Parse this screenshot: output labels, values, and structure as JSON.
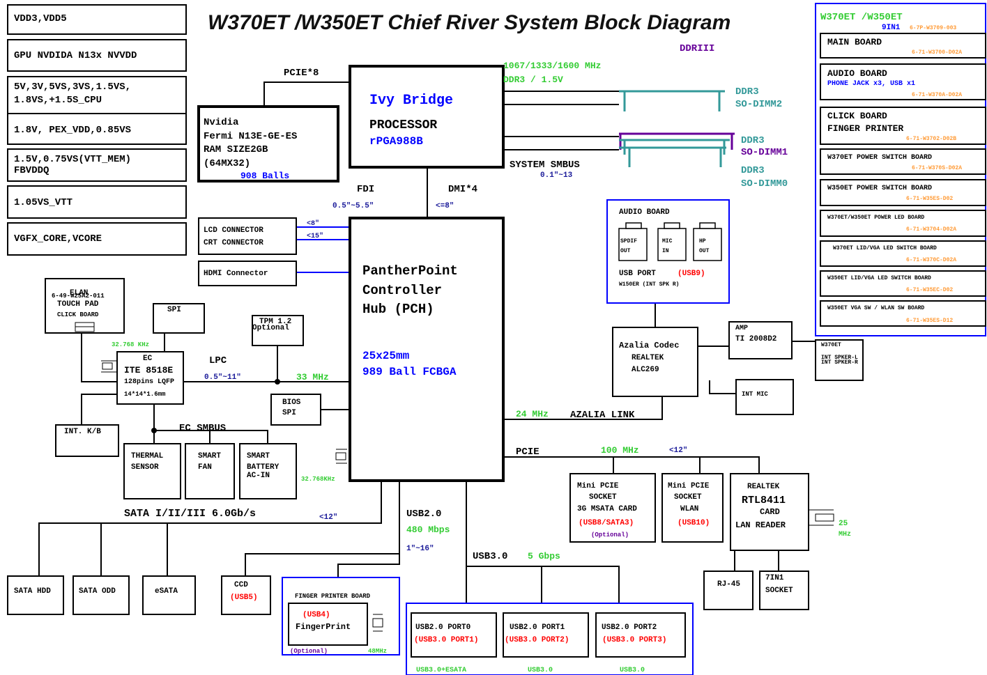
{
  "title": "W370ET /W350ET Chief River System Block Diagram",
  "power_rails": [
    "VDD3,VDD5",
    "GPU NVDIDA N13x NVVDD",
    "5V,3V,5VS,3VS,1.5VS,",
    "1.8VS,+1.5S_CPU",
    "1.8V, PEX_VDD,0.85VS",
    "1.5V,0.75VS(VTT_MEM)",
    "FBVDDQ",
    "1.05VS_VTT",
    "VGFX_CORE,VCORE"
  ],
  "cpu": {
    "name": "Ivy Bridge",
    "type": "PROCESSOR",
    "socket": "rPGA988B"
  },
  "gpu": {
    "line1": "Nvidia",
    "line2": "Fermi N13E-GE-ES",
    "line3": "RAM SIZE2GB",
    "line4": "(64MX32)",
    "balls": "908 Balls"
  },
  "pch": {
    "line1": "PantherPoint",
    "line2": "Controller",
    "line3": "Hub (PCH)",
    "size": "25x25mm",
    "package": "989 Ball FCBGA"
  },
  "memory": {
    "freq": "1067/1333/1600 MHz",
    "voltage": "DDR3 / 1.5V",
    "type": "DDRIII",
    "dimm2": [
      "DDR3",
      "SO-DIMM2"
    ],
    "dimm1": [
      "DDR3",
      "SO-DIMM1"
    ],
    "dimm0": [
      "DDR3",
      "SO-DIMM0"
    ]
  },
  "links": {
    "pcie8": "PCIE*8",
    "fdi": "FDI",
    "fdi_len": "0.5\"~5.5\"",
    "dmi": "DMI*4",
    "dmi_len": "<=8\"",
    "smbus": "SYSTEM SMBUS",
    "smbus_len": "0.1\"~13",
    "lpc": "LPC",
    "lpc_len": "0.5\"~11\"",
    "lpc_freq": "33 MHz",
    "azalia_freq": "24 MHz",
    "azalia": "AZALIA LINK",
    "pcie": "PCIE",
    "pcie_freq": "100 MHz",
    "pcie_len": "<12\"",
    "sata": "SATA I/II/III 6.0Gb/s",
    "sata_len": "<12\"",
    "usb2": "USB2.0",
    "usb2_speed": "480 Mbps",
    "usb2_len": "1\"~16\"",
    "usb3": "USB3.0",
    "usb3_speed": "5 Gbps",
    "ec_smbus": "EC SMBUS",
    "lcd_len": "<8\"",
    "crt_len": "<15\""
  },
  "display": {
    "lcd": "LCD CONNECTOR",
    "crt": "CRT CONNECTOR",
    "hdmi": "HDMI Connector"
  },
  "ec": {
    "title": "EC",
    "chip": "ITE 8518E",
    "pkg": "128pins LQFP",
    "size": "14*14*1.6mm",
    "xtal": "32.768 KHz"
  },
  "touchpad": {
    "name": "ELAN",
    "part": "6-49-W25A2-011",
    "line1": "TOUCH PAD",
    "line2": "CLICK BOARD"
  },
  "spi": "SPI",
  "tpm": {
    "line1": "TPM 1.2",
    "line2": "Optional"
  },
  "bios": {
    "line1": "BIOS",
    "line2": "SPI"
  },
  "pch_xtal": "32.768KHz",
  "kb": "INT. K/B",
  "thermal": {
    "line1": "THERMAL",
    "line2": "SENSOR"
  },
  "fan": {
    "line1": "SMART",
    "line2": "FAN"
  },
  "battery": {
    "line1": "SMART",
    "line2": "BATTERY",
    "line3": "AC-IN"
  },
  "sata_devs": [
    "SATA HDD",
    "SATA ODD",
    "eSATA"
  ],
  "ccd": {
    "line1": "CCD",
    "line2": "(USB5)"
  },
  "finger": {
    "title": "FINGER PRINTER BOARD",
    "usb": "(USB4)",
    "name": "FingerPrint",
    "opt": "(Optional)",
    "freq": "48MHz"
  },
  "usb_ports": [
    {
      "name": "USB2.0 PORT0",
      "usb3": "(USB3.0 PORT1)",
      "label": "USB3.0+ESATA"
    },
    {
      "name": "USB2.0 PORT1",
      "usb3": "(USB3.0 PORT2)",
      "label": "USB3.0"
    },
    {
      "name": "USB2.0 PORT2",
      "usb3": "(USB3.0 PORT3)",
      "label": "USB3.0"
    }
  ],
  "audio_board": {
    "title": "AUDIO BOARD",
    "jacks": [
      [
        "SPDIF",
        "OUT"
      ],
      [
        "MIC",
        "IN"
      ],
      [
        "HP",
        "OUT"
      ]
    ],
    "usb_label": "USB PORT",
    "usb_num": "(USB9)",
    "note": "W150ER (INT SPK R)"
  },
  "codec": {
    "line1": "Azalia Codec",
    "line2": "REALTEK",
    "line3": "ALC269"
  },
  "amp": {
    "line1": "AMP",
    "line2": "TI 2008D2"
  },
  "spk": {
    "title": "W370ET",
    "l": "INT SPKER-L",
    "r": "INT SPKER-R"
  },
  "int_mic": "INT MIC",
  "minipcie1": {
    "line1": "Mini PCIE",
    "line2": "SOCKET",
    "line3": "3G MSATA CARD",
    "usb": "(USB8/SATA3)",
    "opt": "(Optional)"
  },
  "minipcie2": {
    "line1": "Mini PCIE",
    "line2": "SOCKET",
    "line3": "WLAN",
    "usb": "(USB10)"
  },
  "realtek": {
    "line1": "REALTEK",
    "line2": "RTL8411",
    "line3": "CARD",
    "line4": "LAN READER",
    "xtal": "25",
    "xtal_unit": "MHz"
  },
  "rj45": "RJ-45",
  "socket7": {
    "line1": "7IN1",
    "line2": "SOCKET"
  },
  "legend": {
    "title": "W370ET /W350ET",
    "sub": "9IN1",
    "sub_pn": "6-7P-W3709-003",
    "boards": [
      {
        "lines": [
          "MAIN BOARD"
        ],
        "pn": "6-71-W3700-D02A"
      },
      {
        "lines": [
          "AUDIO BOARD"
        ],
        "blue": "PHONE JACK x3, USB x1",
        "pn": "6-71-W370A-D02A"
      },
      {
        "lines": [
          "CLICK BOARD",
          "FINGER PRINTER"
        ],
        "pn": "6-71-W3702-D02B"
      },
      {
        "lines": [
          "W370ET POWER SWITCH BOARD"
        ],
        "pn": "6-71-W370S-D02A"
      },
      {
        "lines": [
          "W350ET POWER SWITCH BOARD"
        ],
        "pn": "6-71-W35ES-D02"
      },
      {
        "lines": [
          "W370ET/W350ET POWER LED BOARD"
        ],
        "pn": "6-71-W3704-D02A"
      },
      {
        "lines": [
          "W370ET LID/VGA LED SWITCH BOARD"
        ],
        "pn": "6-71-W370C-D02A"
      },
      {
        "lines": [
          "W350ET LID/VGA LED SWITCH BOARD"
        ],
        "pn": "6-71-W35EC-D02"
      },
      {
        "lines": [
          "W350ET VGA SW / WLAN SW BOARD"
        ],
        "pn": "6-71-W35ES-D12"
      }
    ]
  },
  "colors": {
    "black": "#000000",
    "blue": "#0000ff",
    "green": "#33cc33",
    "red": "#ff0000",
    "purple": "#660099",
    "teal": "#339999",
    "orange": "#ff9933",
    "navy": "#1a1a99"
  }
}
